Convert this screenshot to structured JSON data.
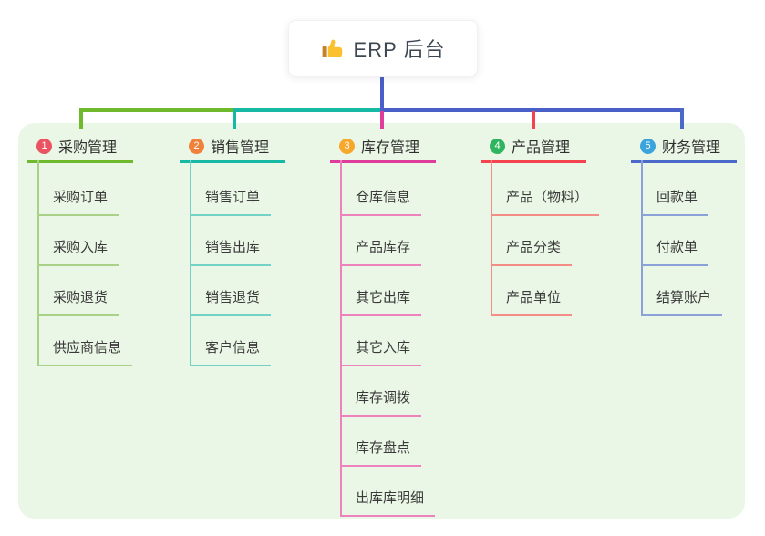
{
  "root": {
    "title": "ERP 后台",
    "icon": "thumbs-up"
  },
  "branches": [
    {
      "number": "1",
      "label": "采购管理",
      "badge_color": "#ea5462",
      "line_color": "#6fba2c",
      "child_line_color": "#a9d287",
      "children": [
        "采购订单",
        "采购入库",
        "采购退货",
        "供应商信息"
      ]
    },
    {
      "number": "2",
      "label": "销售管理",
      "badge_color": "#f0813a",
      "line_color": "#17b9a5",
      "child_line_color": "#72d2c6",
      "children": [
        "销售订单",
        "销售出库",
        "销售退货",
        "客户信息"
      ]
    },
    {
      "number": "3",
      "label": "库存管理",
      "badge_color": "#f7a82c",
      "line_color": "#e03c9c",
      "child_line_color": "#ee82bc",
      "children": [
        "仓库信息",
        "产品库存",
        "其它出库",
        "其它入库",
        "库存调拨",
        "库存盘点",
        "出库库明细"
      ]
    },
    {
      "number": "4",
      "label": "产品管理",
      "badge_color": "#2fb45f",
      "line_color": "#f4434f",
      "child_line_color": "#f48d85",
      "children": [
        "产品（物料）",
        "产品分类",
        "产品单位"
      ]
    },
    {
      "number": "5",
      "label": "财务管理",
      "badge_color": "#3ba4dc",
      "line_color": "#4a69c8",
      "child_line_color": "#8aa2d8",
      "children": [
        "回款单",
        "付款单",
        "结算账户"
      ]
    }
  ],
  "colors": {
    "root_connector": "#4a5fc8",
    "panel_bg": "#ebf7e6",
    "canvas_bg": "#ffffff",
    "root_card_bg": "#ffffff",
    "title_text": "#2f2f2f",
    "child_text": "#3a3a3a"
  }
}
